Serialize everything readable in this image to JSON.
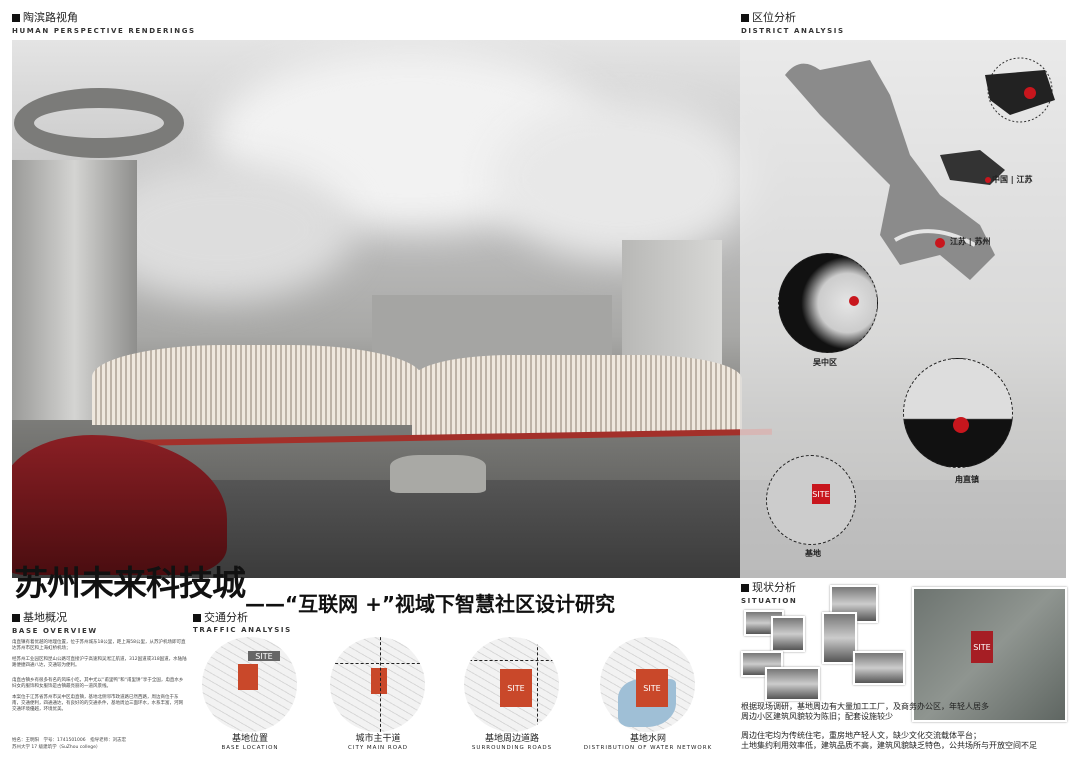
{
  "render": {
    "heading_cn": "陶滨路视角",
    "heading_en": "Human perspective renderings"
  },
  "district": {
    "heading_cn": "区位分析",
    "heading_en": "District analysis",
    "labels": {
      "china": "中国 | 江苏",
      "suzhou": "江苏 | 苏州",
      "wuzhong": "吴中区",
      "town": "甪直镇",
      "site_area": "基地",
      "site": "SITE"
    },
    "accent": "#c8161d"
  },
  "title": {
    "main": "苏州未来科技城",
    "sub": "——“互联网 +”视域下智慧社区设计研究"
  },
  "base_overview": {
    "heading_cn": "基地概况",
    "heading_en": "Base Overview",
    "paragraphs": [
      "甪直镇有着优越的地理位置，位于苏州城东18公里，距上海58公里，从苏沪机场即可直达苏州市区和上海虹桥机场；",
      "经苏州工业园区和昆山公路可直接沪宁高速和吴淞江航道，312国道或318国道，水陆陆路便捷四通八达，交通较为便利。",
      "甪直古镇乡有很多有名的风味小吃，其中尤以“甫里鸭”和“甫里饼”享于全国，甪直水乡妇女的服饰和女服饰是古镇最亮丽的一道风景线。",
      "本案位于江苏省苏州市吴中区甪直镇，基地北侧邻市政道路已然西路，周边商位于东南，交通便利，四通通达，有良好的的交通条件，基地周边三面环水，水系丰富，河网交通环境優越，环境优美。"
    ],
    "author": "姓名：王明阳　学号：1741501006　指导老师：刘志宏",
    "school": "苏州大学 17 级建筑学（SuZhou college）"
  },
  "traffic": {
    "heading_cn": "交通分析",
    "heading_en": "Traffic Analysis",
    "site": "SITE",
    "maps": [
      {
        "cn": "基地位置",
        "en": "Base location"
      },
      {
        "cn": "城市主干道",
        "en": "city main road"
      },
      {
        "cn": "基地周边道路",
        "en": "surrounding roads"
      },
      {
        "cn": "基地水网",
        "en": "Distribution of water network"
      }
    ],
    "site_color": "#c9482a",
    "water_color": "#9fbfd6"
  },
  "situation": {
    "heading_cn": "现状分析",
    "heading_en": "Situation",
    "site": "SITE",
    "text": [
      "根据现场调研，基地周边有大量加工工厂，及商务办公区，年轻人居多",
      "周边小区建筑风貌较为陈旧；配套设施较少",
      "周边住宅均为传统住宅，重房地产轻人文，缺少文化交流载体平台；",
      "土地集约利用效率低，建筑品质不高，建筑风貌缺乏特色，公共场所与开放空间不足"
    ]
  }
}
